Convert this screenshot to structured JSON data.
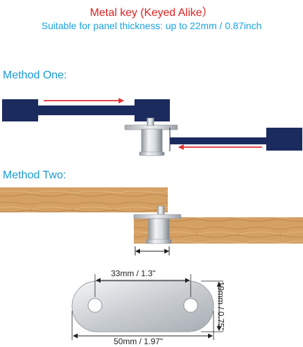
{
  "header": {
    "title": "Metal key (Keyed Alike）",
    "subtitle": "Suitable for panel thickness: up to 22mm / 0.87inch"
  },
  "method_one": {
    "label": "Method One:"
  },
  "method_two": {
    "label": "Method Two:"
  },
  "key_dimensions": {
    "hole_spacing": "33mm / 1.3\"",
    "total_length": "50mm / 1.97\"",
    "width": "19mm / 0.75\""
  },
  "colors": {
    "title": "#e02020",
    "subtitle": "#1aa3e0",
    "method_label": "#1a9ad6",
    "panel_navy": "#1c2b5e",
    "arrow_red": "#e03030",
    "wood": "#d09a5a",
    "metal": "#c8ccd0"
  }
}
